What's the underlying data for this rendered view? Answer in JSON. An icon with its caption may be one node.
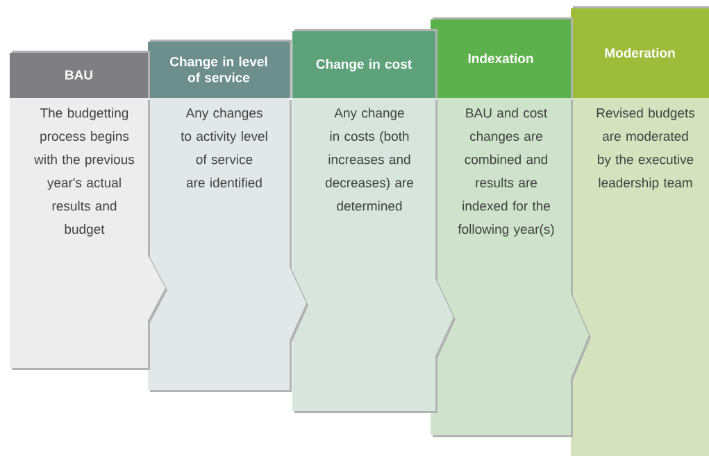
{
  "diagram": {
    "nodes": [
      {
        "text": [
          "BAU",
          "The budgetting process begins with the previous year's actual results and budget"
        ]
      },
      {
        "text": [
          "Change in level of service",
          "Any changes to activity level of service are identified"
        ]
      },
      {
        "text": [
          "Change in cost",
          "Any change in costs (both increases and decreases) are determined"
        ]
      },
      {
        "text": [
          "Indexation",
          "BAU and cost changes are combined and results are indexed for the following year(s)"
        ]
      },
      {
        "text": [
          "Moderation",
          "Revised budgets are moderated by the executive leadership team"
        ]
      }
    ]
  }
}
